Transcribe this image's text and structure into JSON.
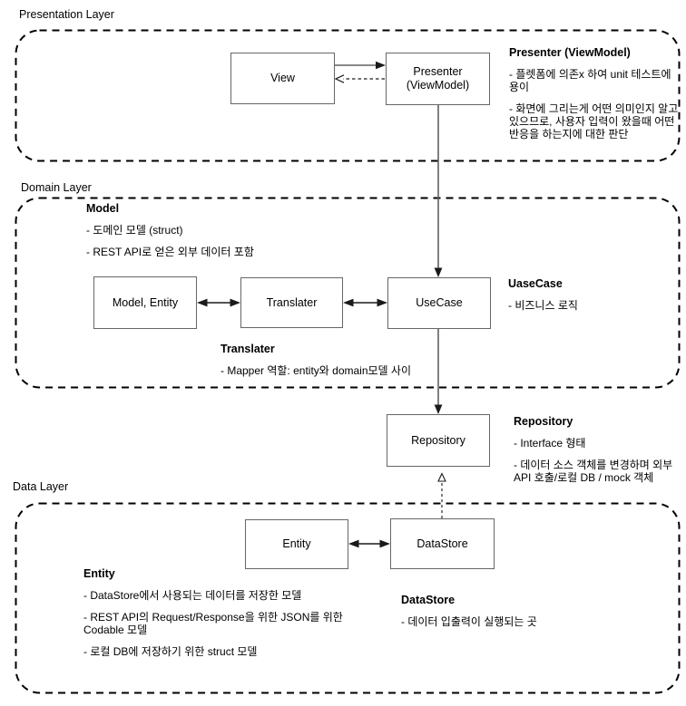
{
  "layers": {
    "presentation": {
      "label": "Presentation Layer"
    },
    "domain": {
      "label": "Domain Layer"
    },
    "data": {
      "label": "Data Layer"
    }
  },
  "nodes": {
    "view": "View",
    "presenter": "Presenter\n(ViewModel)",
    "model_entity": "Model, Entity",
    "translater": "Translater",
    "usecase": "UseCase",
    "repository": "Repository",
    "entity": "Entity",
    "datastore": "DataStore"
  },
  "annotations": {
    "presenter": {
      "title": "Presenter (ViewModel)",
      "items": [
        "- 플렛폼에 의존x 하여 unit 테스트에\n용이",
        "- 화면에 그리는게 어떤 의미인지 알고\n있으므로, 사용자 입력이 왔을때 어떤\n반응을 하는지에 대한 판단"
      ]
    },
    "model": {
      "title": "Model",
      "items": [
        "- 도메인 모델 (struct)",
        "- REST API로 얻은 외부 데이터 포함"
      ]
    },
    "translater": {
      "title": "Translater",
      "items": [
        "- Mapper 역할: entity와 domain모델 사이"
      ]
    },
    "usecase": {
      "title": "UaseCase",
      "items": [
        "- 비즈니스 로직"
      ]
    },
    "repository": {
      "title": "Repository",
      "items": [
        "- Interface 형태",
        "- 데이터 소스 객체를 변경하며 외부\nAPI 호출/로컬 DB / mock 객체"
      ]
    },
    "entity": {
      "title": "Entity",
      "items": [
        "- DataStore에서 사용되는 데이터를 저장한 모델",
        "- REST API의 Request/Response을 위한 JSON를 위한\nCodable 모델",
        "- 로컬 DB에 저장하기 위한 struct 모델"
      ]
    },
    "datastore": {
      "title": "DataStore",
      "items": [
        "- 데이터 입출력이 실행되는 곳"
      ]
    }
  },
  "connectors": [
    {
      "from": "view",
      "to": "presenter",
      "line": "solid",
      "arrow": "filled"
    },
    {
      "from": "presenter",
      "to": "view",
      "line": "dashed",
      "arrow": "open"
    },
    {
      "from": "presenter",
      "to": "usecase",
      "line": "solid",
      "arrow": "filled"
    },
    {
      "from": "model_entity",
      "to": "translater",
      "line": "solid",
      "arrow": "double-filled"
    },
    {
      "from": "translater",
      "to": "usecase",
      "line": "solid",
      "arrow": "double-filled"
    },
    {
      "from": "usecase",
      "to": "repository",
      "line": "solid",
      "arrow": "filled"
    },
    {
      "from": "entity",
      "to": "datastore",
      "line": "solid",
      "arrow": "double-filled"
    },
    {
      "from": "datastore",
      "to": "repository",
      "line": "dashed",
      "arrow": "open-triangle"
    }
  ],
  "colors": {
    "background": "#ffffff",
    "text": "#000000",
    "box_border": "#666666",
    "connector": "#616161",
    "arrowhead": "#1a1a1a",
    "layer_dash": "#000000"
  }
}
